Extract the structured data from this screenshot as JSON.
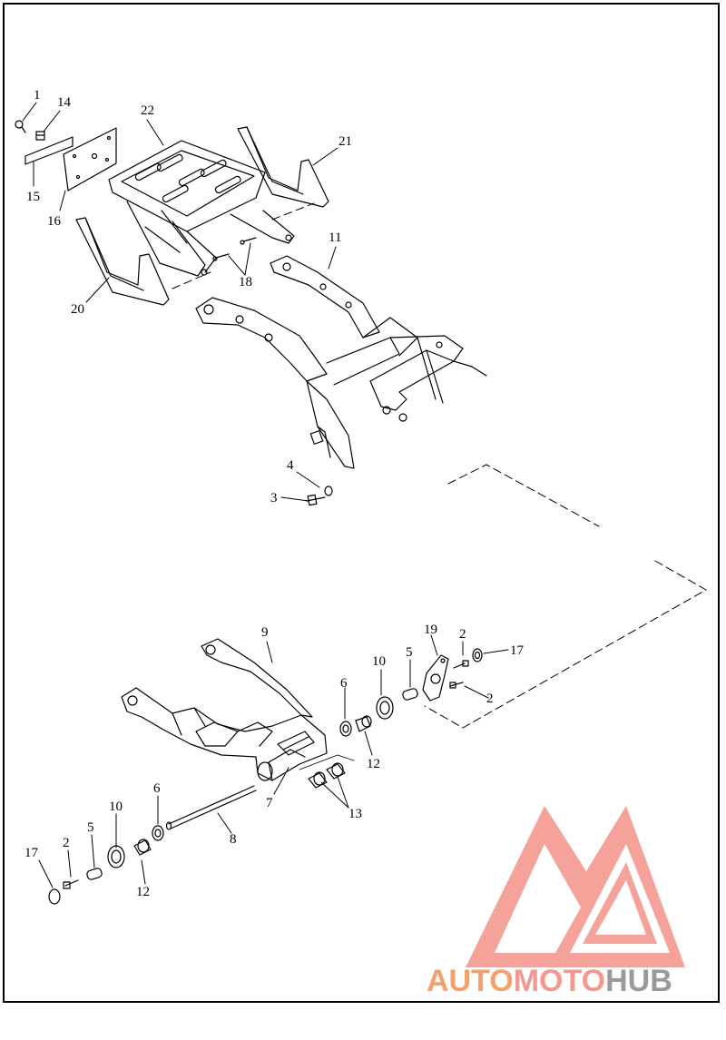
{
  "callouts": [
    {
      "id": "c1",
      "text": "1"
    },
    {
      "id": "c14",
      "text": "14"
    },
    {
      "id": "c22",
      "text": "22"
    },
    {
      "id": "c21",
      "text": "21"
    },
    {
      "id": "c15",
      "text": "15"
    },
    {
      "id": "c16",
      "text": "16"
    },
    {
      "id": "c11",
      "text": "11"
    },
    {
      "id": "c18",
      "text": "18"
    },
    {
      "id": "c20",
      "text": "20"
    },
    {
      "id": "c4",
      "text": "4"
    },
    {
      "id": "c3",
      "text": "3"
    },
    {
      "id": "c9",
      "text": "9"
    },
    {
      "id": "c19",
      "text": "19"
    },
    {
      "id": "c2a",
      "text": "2"
    },
    {
      "id": "c17a",
      "text": "17"
    },
    {
      "id": "c10a",
      "text": "10"
    },
    {
      "id": "c5a",
      "text": "5"
    },
    {
      "id": "c6a",
      "text": "6"
    },
    {
      "id": "c2b",
      "text": "2"
    },
    {
      "id": "c12a",
      "text": "12"
    },
    {
      "id": "c7",
      "text": "7"
    },
    {
      "id": "c13",
      "text": "13"
    },
    {
      "id": "c6b",
      "text": "6"
    },
    {
      "id": "c10b",
      "text": "10"
    },
    {
      "id": "c8",
      "text": "8"
    },
    {
      "id": "c17b",
      "text": "17"
    },
    {
      "id": "c2c",
      "text": "2"
    },
    {
      "id": "c5b",
      "text": "5"
    },
    {
      "id": "c12b",
      "text": "12"
    }
  ],
  "watermark": {
    "part1": "AUTO",
    "part2": "MOTO",
    "part3": "HUB",
    "colors": {
      "auto": "#f4a06a",
      "moto": "#f29a90",
      "hub": "#9a9a9a",
      "logo": "#f4a29a"
    }
  }
}
